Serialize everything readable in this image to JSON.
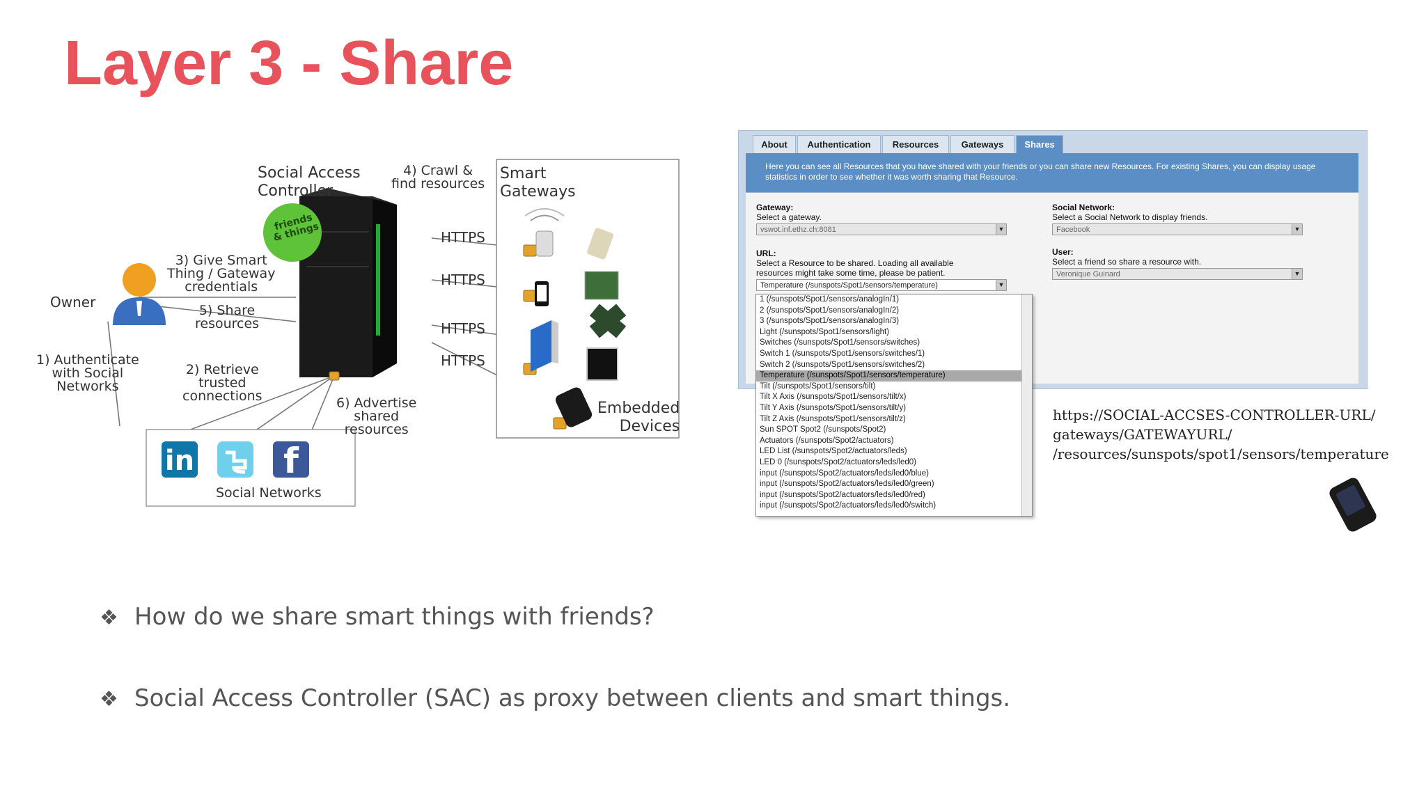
{
  "title": "Layer 3 - Share",
  "diagram": {
    "controller_label": "Social Access\nController",
    "crawl_label": "4) Crawl &\nfind resources",
    "gateways_label": "Smart\nGateways",
    "friends_badge": "friends\n& things",
    "give_label": "3) Give Smart\nThing / Gateway\ncredentials",
    "owner_label": "Owner",
    "share_label": "5) Share\nresources",
    "auth_label": "1) Authenticate\nwith Social\nNetworks",
    "retrieve_label": "2) Retrieve\ntrusted\nconnections",
    "advertise_label": "6) Advertise\nshared\nresources",
    "https_labels": [
      "HTTPS",
      "HTTPS",
      "HTTPS",
      "HTTPS"
    ],
    "embedded_label": "Embedded\nDevices",
    "social_networks_label": "Social Networks",
    "linkedin_text": "in",
    "facebook_text": "f"
  },
  "web_ui": {
    "tabs": [
      "About",
      "Authentication",
      "Resources",
      "Gateways",
      "Shares"
    ],
    "active_tab": "Shares",
    "info_text": "Here you can see all Resources that you have shared with your friends or you can share new Resources. For existing Shares, you can display usage statistics in order to see whether it was worth sharing that Resource.",
    "gateway_heading": "Gateway:",
    "gateway_hint": "Select a gateway.",
    "gateway_value": "vswot.inf.ethz.ch:8081",
    "url_heading": "URL:",
    "url_hint_1": "Select a Resource to be shared. Loading all available",
    "url_hint_2": "resources might take some time, please be patient.",
    "url_value": "Temperature (/sunspots/Spot1/sensors/temperature)",
    "social_heading": "Social Network:",
    "social_hint": "Select a Social Network to display friends.",
    "social_value": "Facebook",
    "user_heading": "User:",
    "user_hint": "Select a friend so share a resource with.",
    "user_value": "Veronique Guinard",
    "dropdown_options": [
      "1 (/sunspots/Spot1/sensors/analogIn/1)",
      "2 (/sunspots/Spot1/sensors/analogIn/2)",
      "3 (/sunspots/Spot1/sensors/analogIn/3)",
      "Light (/sunspots/Spot1/sensors/light)",
      "Switches (/sunspots/Spot1/sensors/switches)",
      "Switch 1 (/sunspots/Spot1/sensors/switches/1)",
      "Switch 2 (/sunspots/Spot1/sensors/switches/2)",
      "Temperature (/sunspots/Spot1/sensors/temperature)",
      "Tilt (/sunspots/Spot1/sensors/tilt)",
      "Tilt X Axis (/sunspots/Spot1/sensors/tilt/x)",
      "Tilt Y Axis (/sunspots/Spot1/sensors/tilt/y)",
      "Tilt Z Axis (/sunspots/Spot1/sensors/tilt/z)",
      "Sun SPOT Spot2 (/sunspots/Spot2)",
      "Actuators (/sunspots/Spot2/actuators)",
      "LED List (/sunspots/Spot2/actuators/leds)",
      "LED 0 (/sunspots/Spot2/actuators/leds/led0)",
      "input (/sunspots/Spot2/actuators/leds/led0/blue)",
      "input (/sunspots/Spot2/actuators/leds/led0/green)",
      "input (/sunspots/Spot2/actuators/leds/led0/red)",
      "input (/sunspots/Spot2/actuators/leds/led0/switch)"
    ],
    "selected_index": 7
  },
  "url_example": "https://SOCIAL-ACCSES-CONTROLLER-URL/\ngateways/GATEWAYURL/\n/resources/sunspots/spot1/sensors/temperature",
  "bullets": [
    "How do we share smart things with friends?",
    "Social Access Controller (SAC) as proxy between clients and smart things."
  ],
  "bullet_glyph": "❖"
}
